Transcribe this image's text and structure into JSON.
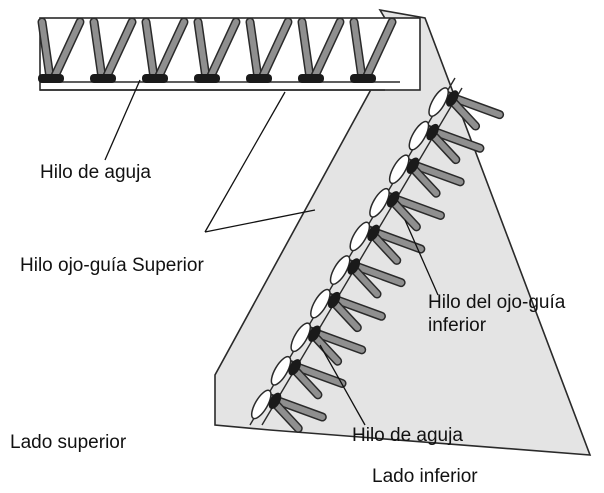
{
  "labels": {
    "needle_thread_top": "Hilo de aguja",
    "upper_looper_thread": "Hilo ojo-guía Superior",
    "lower_looper_line1": "Hilo del ojo-guía",
    "lower_looper_line2": "inferior",
    "needle_thread_bottom": "Hilo de aguja",
    "upper_side": "Lado superior",
    "lower_side": "Lado inferior"
  },
  "colors": {
    "fabric": "#e4e4e4",
    "outline": "#2a2a2a",
    "loop_fill": "#8f8f8f",
    "needle_thread": "#1a1a1a",
    "lower_looper_fill": "#ffffff",
    "leader_line": "#111111"
  }
}
